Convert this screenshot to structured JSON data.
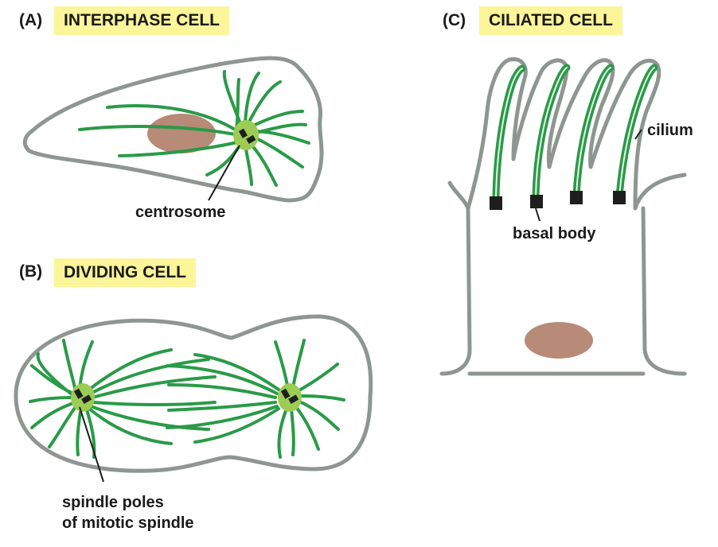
{
  "panels": {
    "a": {
      "letter": "(A)",
      "title": "INTERPHASE CELL"
    },
    "b": {
      "letter": "(B)",
      "title": "DIVIDING CELL"
    },
    "c": {
      "letter": "(C)",
      "title": "CILIATED CELL"
    }
  },
  "callouts": {
    "centrosome": "centrosome",
    "spindle_line1": "spindle poles",
    "spindle_line2": "of mitotic spindle",
    "cilium": "cilium",
    "basal_body": "basal body"
  },
  "colors": {
    "membrane": "#8f9691",
    "microtubule": "#2a9a48",
    "microtubule_highlight": "#e8f7ea",
    "centrosome": "#9ccc54",
    "nucleus": "#b88a78",
    "title_bg": "#fdf59a",
    "centriole": "#1e1e1e"
  }
}
